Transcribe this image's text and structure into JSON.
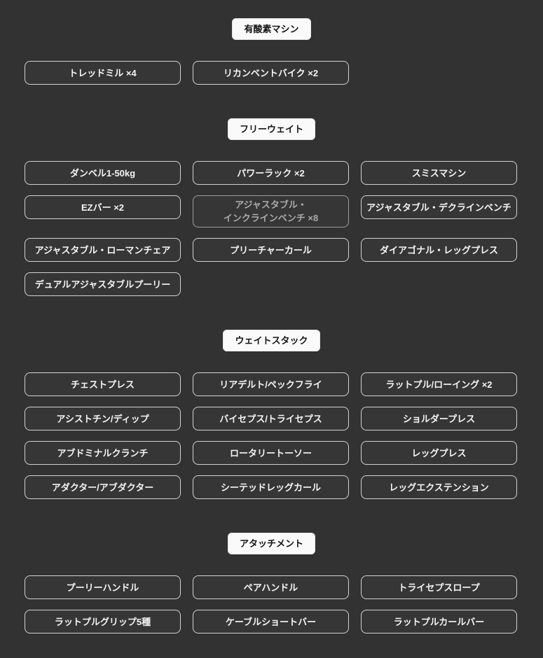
{
  "colors": {
    "page_background": "#323232",
    "node_background": "#363636",
    "node_border": "#d2d2d2",
    "node_text": "#f5f5f5",
    "muted_node_text": "#ababab",
    "muted_node_border": "#9e9e9e",
    "header_background": "#fafafa",
    "header_text": "#141414"
  },
  "sections": [
    {
      "title": "有酸素マシン",
      "items": [
        {
          "label": "トレッドミル ×4"
        },
        {
          "label": "リカンベントバイク ×2"
        }
      ]
    },
    {
      "title": "フリーウェイト",
      "items": [
        {
          "label": "ダンベル1-50kg"
        },
        {
          "label": "パワーラック ×2"
        },
        {
          "label": "スミスマシン"
        },
        {
          "label": "EZバー ×2"
        },
        {
          "label": "アジャスタブル・インクラインベンチ ×8",
          "muted": true
        },
        {
          "label": "アジャスタブル・デクラインベンチ"
        },
        {
          "label": "アジャスタブル・ローマンチェア"
        },
        {
          "label": "プリーチャーカール"
        },
        {
          "label": "ダイアゴナル・レッグプレス"
        },
        {
          "label": "デュアルアジャスタブルプーリー"
        }
      ]
    },
    {
      "title": "ウェイトスタック",
      "items": [
        {
          "label": "チェストプレス"
        },
        {
          "label": "リアデルト/ペックフライ"
        },
        {
          "label": "ラットプル/ローイング ×2"
        },
        {
          "label": "アシストチン/ディップ"
        },
        {
          "label": "バイセプス/トライセプス"
        },
        {
          "label": "ショルダープレス"
        },
        {
          "label": "アブドミナルクランチ"
        },
        {
          "label": "ロータリートーソー"
        },
        {
          "label": "レッグプレス"
        },
        {
          "label": "アダクター/アブダクター"
        },
        {
          "label": "シーテッドレッグカール"
        },
        {
          "label": "レッグエクステンション"
        }
      ]
    },
    {
      "title": "アタッチメント",
      "items": [
        {
          "label": "プーリーハンドル"
        },
        {
          "label": "ペアハンドル"
        },
        {
          "label": "トライセプスロープ"
        },
        {
          "label": "ラットプルグリップ5種"
        },
        {
          "label": "ケーブルショートバー"
        },
        {
          "label": "ラットプルカールバー"
        }
      ]
    }
  ]
}
